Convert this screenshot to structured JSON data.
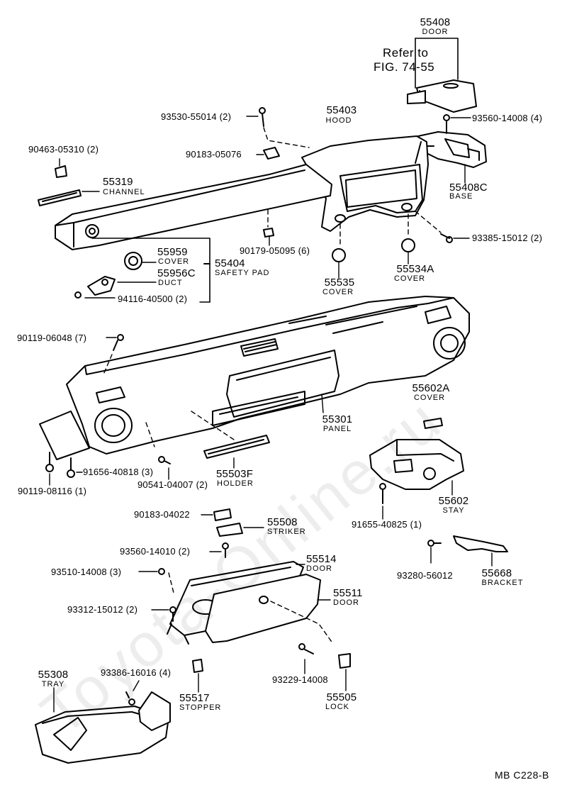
{
  "figure_code": "MB  C228-B",
  "watermark": "Toyota-Online.ru",
  "reference": {
    "line1": "Refer to",
    "line2": "FIG. 74-55"
  },
  "parts": {
    "p55408": {
      "number": "55408",
      "name": "DOOR"
    },
    "p55403": {
      "number": "55403",
      "name": "HOOD"
    },
    "p93560_14008": {
      "number": "93560-14008 (4)"
    },
    "p93530": {
      "number": "93530-55014 (2)"
    },
    "p90463": {
      "number": "90463-05310 (2)"
    },
    "p90183_05076": {
      "number": "90183-05076"
    },
    "p55408C": {
      "number": "55408C",
      "name": "BASE"
    },
    "p55319": {
      "number": "55319",
      "name": "CHANNEL"
    },
    "p93385": {
      "number": "93385-15012 (2)"
    },
    "p90179": {
      "number": "90179-05095 (6)"
    },
    "p55959": {
      "number": "55959",
      "name": "COVER"
    },
    "p55404": {
      "number": "55404",
      "name": "SAFETY PAD"
    },
    "p55956C": {
      "number": "55956C",
      "name": "DUCT"
    },
    "p94116": {
      "number": "94116-40500 (2)"
    },
    "p55535": {
      "number": "55535",
      "name": "COVER"
    },
    "p55534A": {
      "number": "55534A",
      "name": "COVER"
    },
    "p90119_06048": {
      "number": "90119-06048 (7)"
    },
    "p55602A": {
      "number": "55602A",
      "name": "COVER"
    },
    "p55301": {
      "number": "55301",
      "name": "PANEL"
    },
    "p91656": {
      "number": "91656-40818 (3)"
    },
    "p90541": {
      "number": "90541-04007 (2)"
    },
    "p55503F": {
      "number": "55503F",
      "name": "HOLDER"
    },
    "p90119_08116": {
      "number": "90119-08116 (1)"
    },
    "p55602": {
      "number": "55602",
      "name": "STAY"
    },
    "p91655": {
      "number": "91655-40825 (1)"
    },
    "p90183_04022": {
      "number": "90183-04022"
    },
    "p55508": {
      "number": "55508",
      "name": "STRIKER"
    },
    "p93560_14010": {
      "number": "93560-14010 (2)"
    },
    "p55514": {
      "number": "55514",
      "name": "DOOR"
    },
    "p93510": {
      "number": "93510-14008 (3)"
    },
    "p55511": {
      "number": "55511",
      "name": "DOOR"
    },
    "p93280": {
      "number": "93280-56012"
    },
    "p55668": {
      "number": "55668",
      "name": "BRACKET"
    },
    "p93312": {
      "number": "93312-15012 (2)"
    },
    "p55308": {
      "number": "55308",
      "name": "TRAY"
    },
    "p93386": {
      "number": "93386-16016 (4)"
    },
    "p55517": {
      "number": "55517",
      "name": "STOPPER"
    },
    "p93229": {
      "number": "93229-14008"
    },
    "p55505": {
      "number": "55505",
      "name": "LOCK"
    }
  }
}
